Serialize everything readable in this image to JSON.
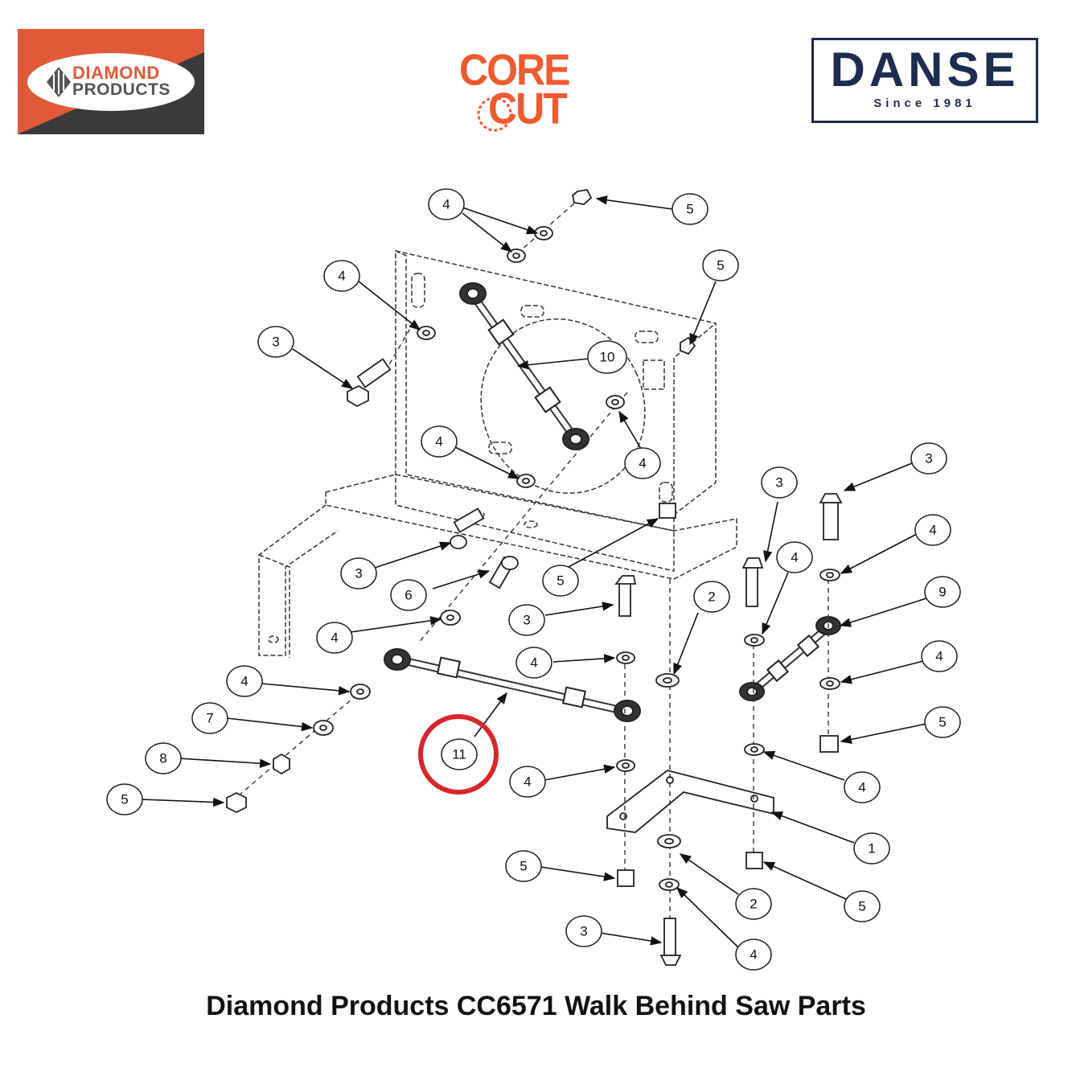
{
  "logos": {
    "diamond_products": {
      "line1": "DIAMOND",
      "line2": "PRODUCTS"
    },
    "core_cut": {
      "line1": "CORE",
      "line2": "CUT"
    },
    "danse": {
      "name": "DANSE",
      "tagline": "Since 1981"
    }
  },
  "callouts": [
    {
      "id": "c1",
      "label": "4"
    },
    {
      "id": "c2",
      "label": "5"
    },
    {
      "id": "c3",
      "label": "5"
    },
    {
      "id": "c4",
      "label": "4"
    },
    {
      "id": "c5",
      "label": "3"
    },
    {
      "id": "c6",
      "label": "10"
    },
    {
      "id": "c7",
      "label": "4"
    },
    {
      "id": "c8",
      "label": "4"
    },
    {
      "id": "c9",
      "label": "3"
    },
    {
      "id": "c10",
      "label": "3"
    },
    {
      "id": "c11",
      "label": "3"
    },
    {
      "id": "c12",
      "label": "4"
    },
    {
      "id": "c13",
      "label": "5"
    },
    {
      "id": "c14",
      "label": "4"
    },
    {
      "id": "c15",
      "label": "9"
    },
    {
      "id": "c16",
      "label": "6"
    },
    {
      "id": "c17",
      "label": "2"
    },
    {
      "id": "c18",
      "label": "3"
    },
    {
      "id": "c19",
      "label": "4"
    },
    {
      "id": "c20",
      "label": "4"
    },
    {
      "id": "c21",
      "label": "4"
    },
    {
      "id": "c22",
      "label": "4"
    },
    {
      "id": "c23",
      "label": "7"
    },
    {
      "id": "c24",
      "label": "5"
    },
    {
      "id": "c25",
      "label": "11"
    },
    {
      "id": "c26",
      "label": "8"
    },
    {
      "id": "c27",
      "label": "4"
    },
    {
      "id": "c28",
      "label": "4"
    },
    {
      "id": "c29",
      "label": "5"
    },
    {
      "id": "c30",
      "label": "1"
    },
    {
      "id": "c31",
      "label": "5"
    },
    {
      "id": "c32",
      "label": "2"
    },
    {
      "id": "c33",
      "label": "5"
    },
    {
      "id": "c34",
      "label": "3"
    },
    {
      "id": "c35",
      "label": "4"
    }
  ],
  "highlight": {
    "label": "11",
    "color": "#d8262b"
  },
  "caption": "Diamond Products CC6571 Walk Behind Saw Parts"
}
